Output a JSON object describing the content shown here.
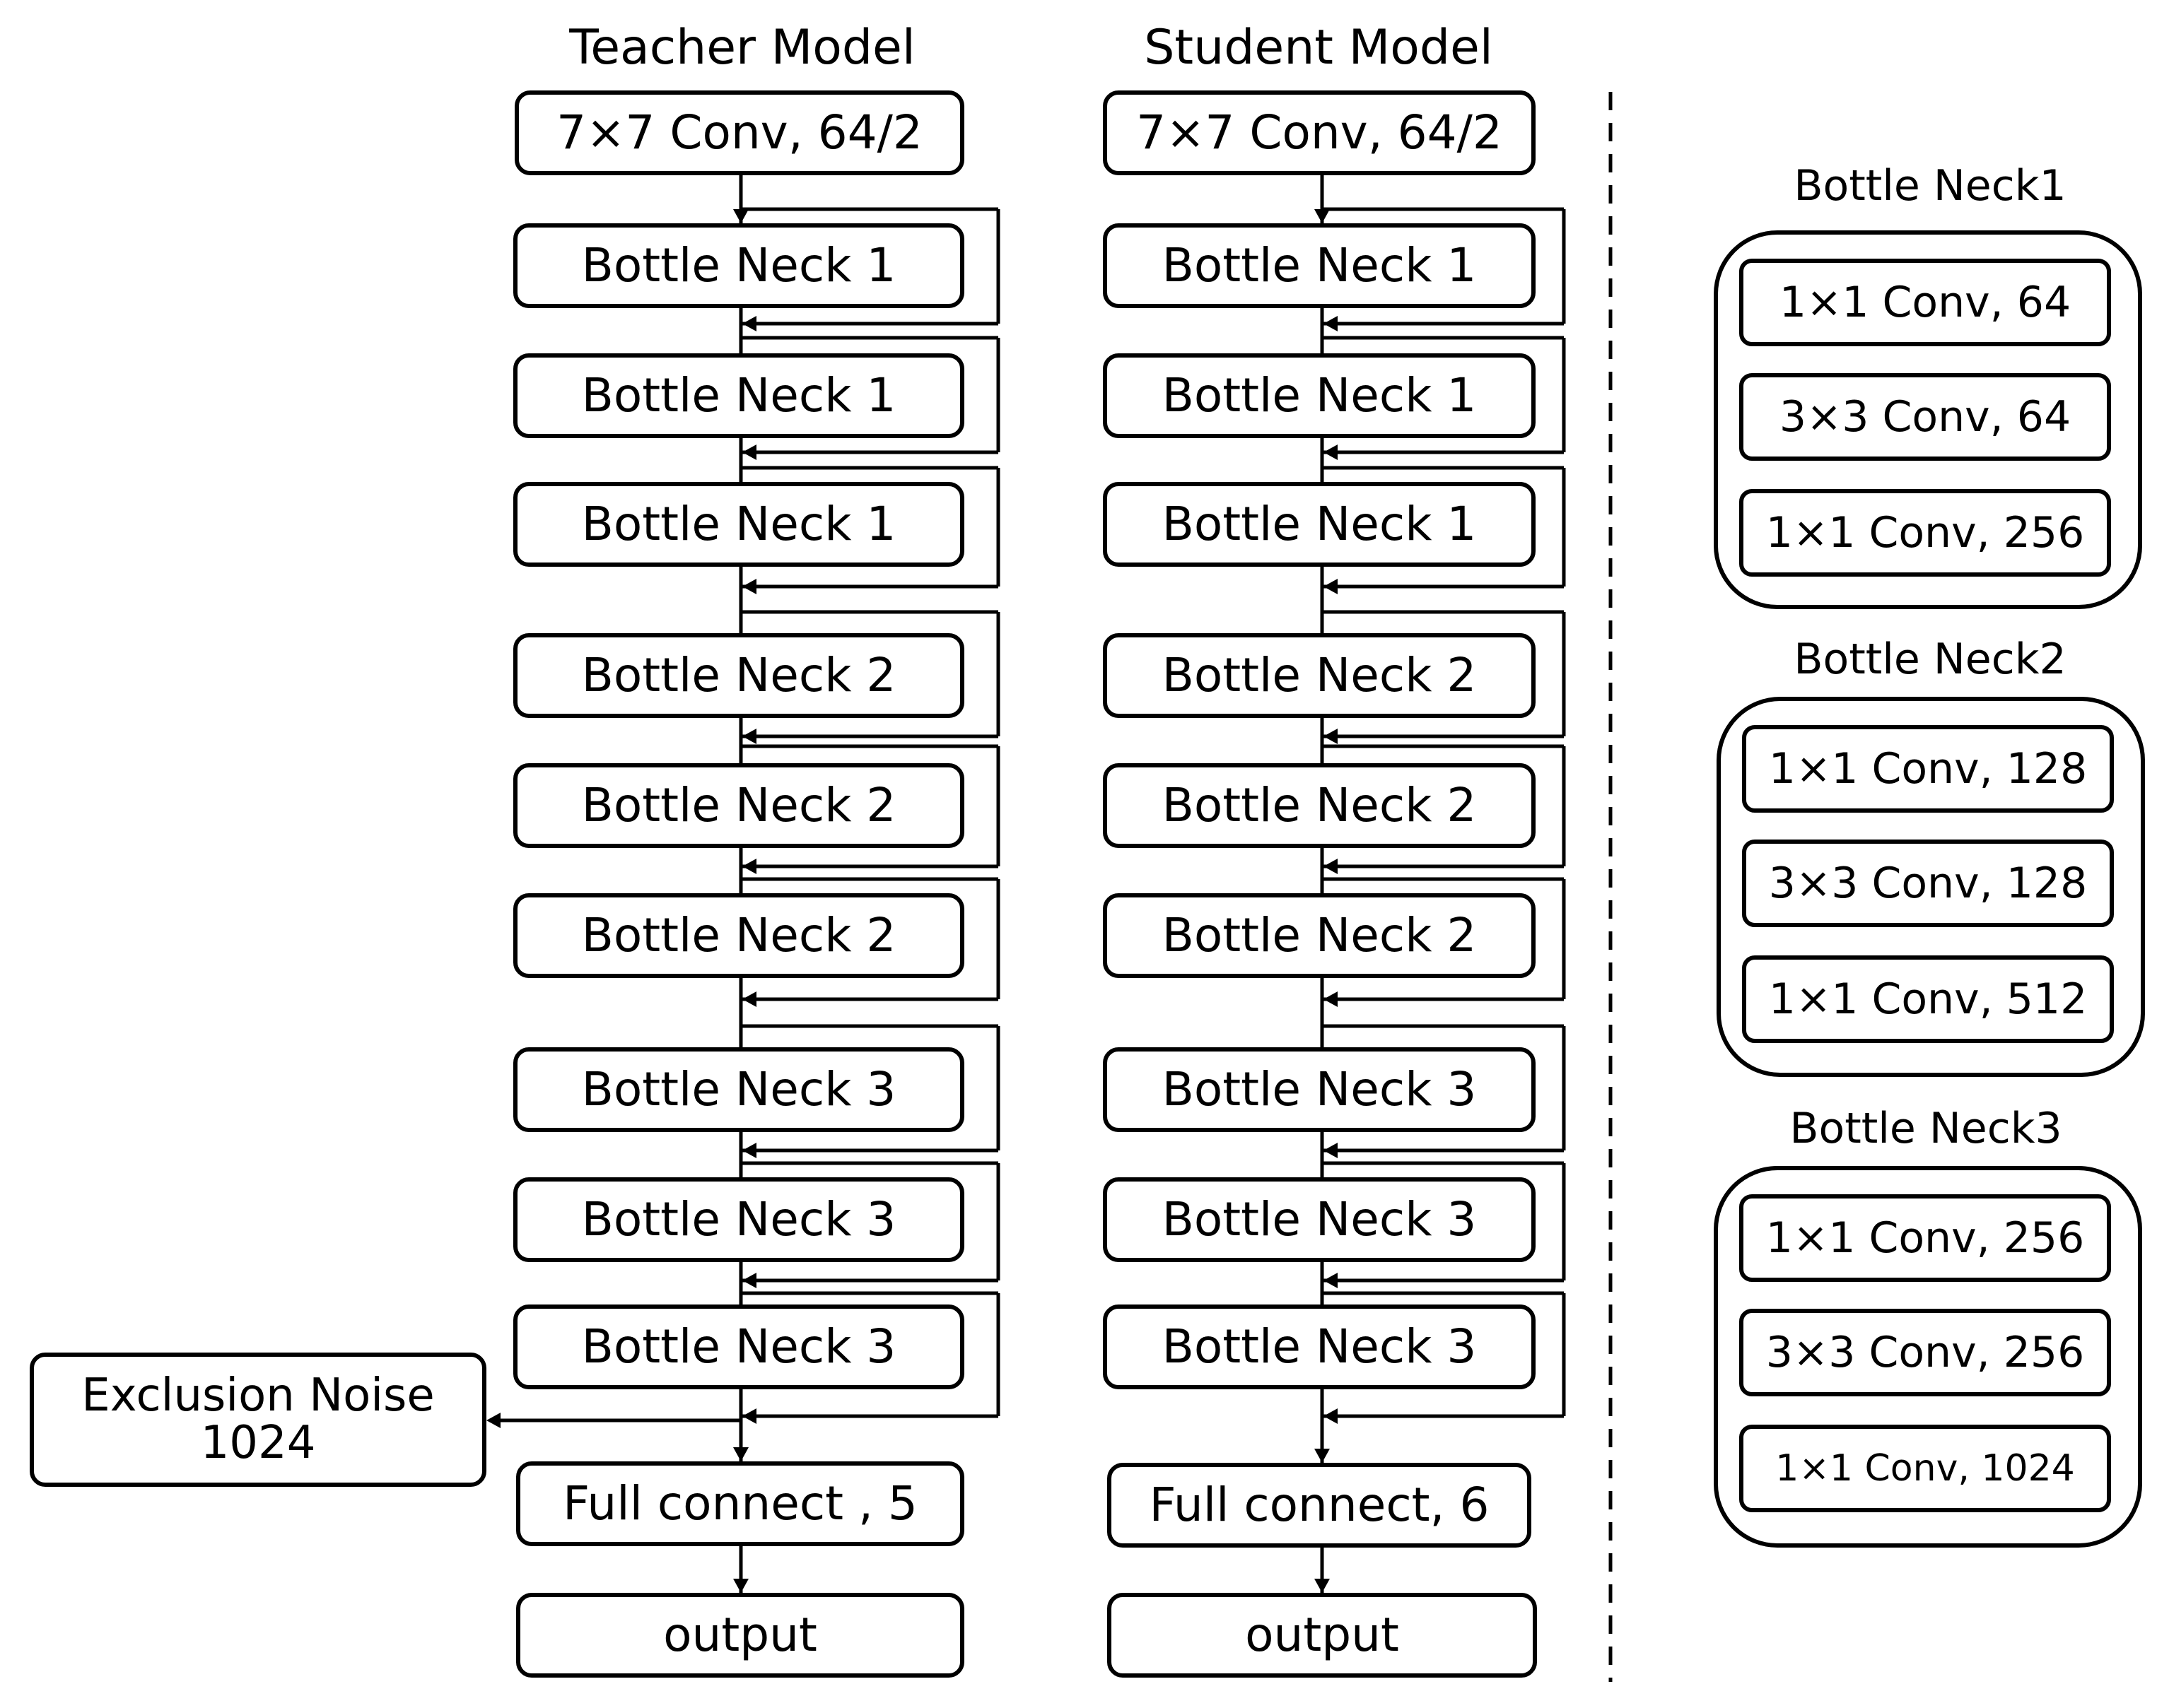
{
  "teacher": {
    "title": "Teacher Model",
    "layers": [
      "7×7 Conv, 64/2",
      "Bottle Neck 1",
      "Bottle Neck 1",
      "Bottle Neck 1",
      "Bottle Neck 2",
      "Bottle Neck 2",
      "Bottle Neck 2",
      "Bottle Neck 3",
      "Bottle Neck 3",
      "Bottle Neck 3",
      "Full connect , 5",
      "output"
    ],
    "noise": {
      "line1": "Exclusion Noise",
      "line2": "1024"
    }
  },
  "student": {
    "title": "Student Model",
    "layers": [
      "7×7 Conv, 64/2",
      "Bottle Neck 1",
      "Bottle Neck 1",
      "Bottle Neck 1",
      "Bottle Neck 2",
      "Bottle Neck 2",
      "Bottle Neck 2",
      "Bottle Neck 3",
      "Bottle Neck 3",
      "Bottle Neck 3",
      "Full connect, 6",
      "output"
    ]
  },
  "bottlenecks": [
    {
      "title": "Bottle Neck1",
      "layers": [
        "1×1 Conv, 64",
        "3×3 Conv, 64",
        "1×1 Conv, 256"
      ]
    },
    {
      "title": "Bottle Neck2",
      "layers": [
        "1×1 Conv, 128",
        "3×3 Conv, 128",
        "1×1 Conv, 512"
      ]
    },
    {
      "title": "Bottle Neck3",
      "layers": [
        "1×1 Conv, 256",
        "3×3 Conv, 256",
        "1×1 Conv, 1024"
      ]
    }
  ]
}
